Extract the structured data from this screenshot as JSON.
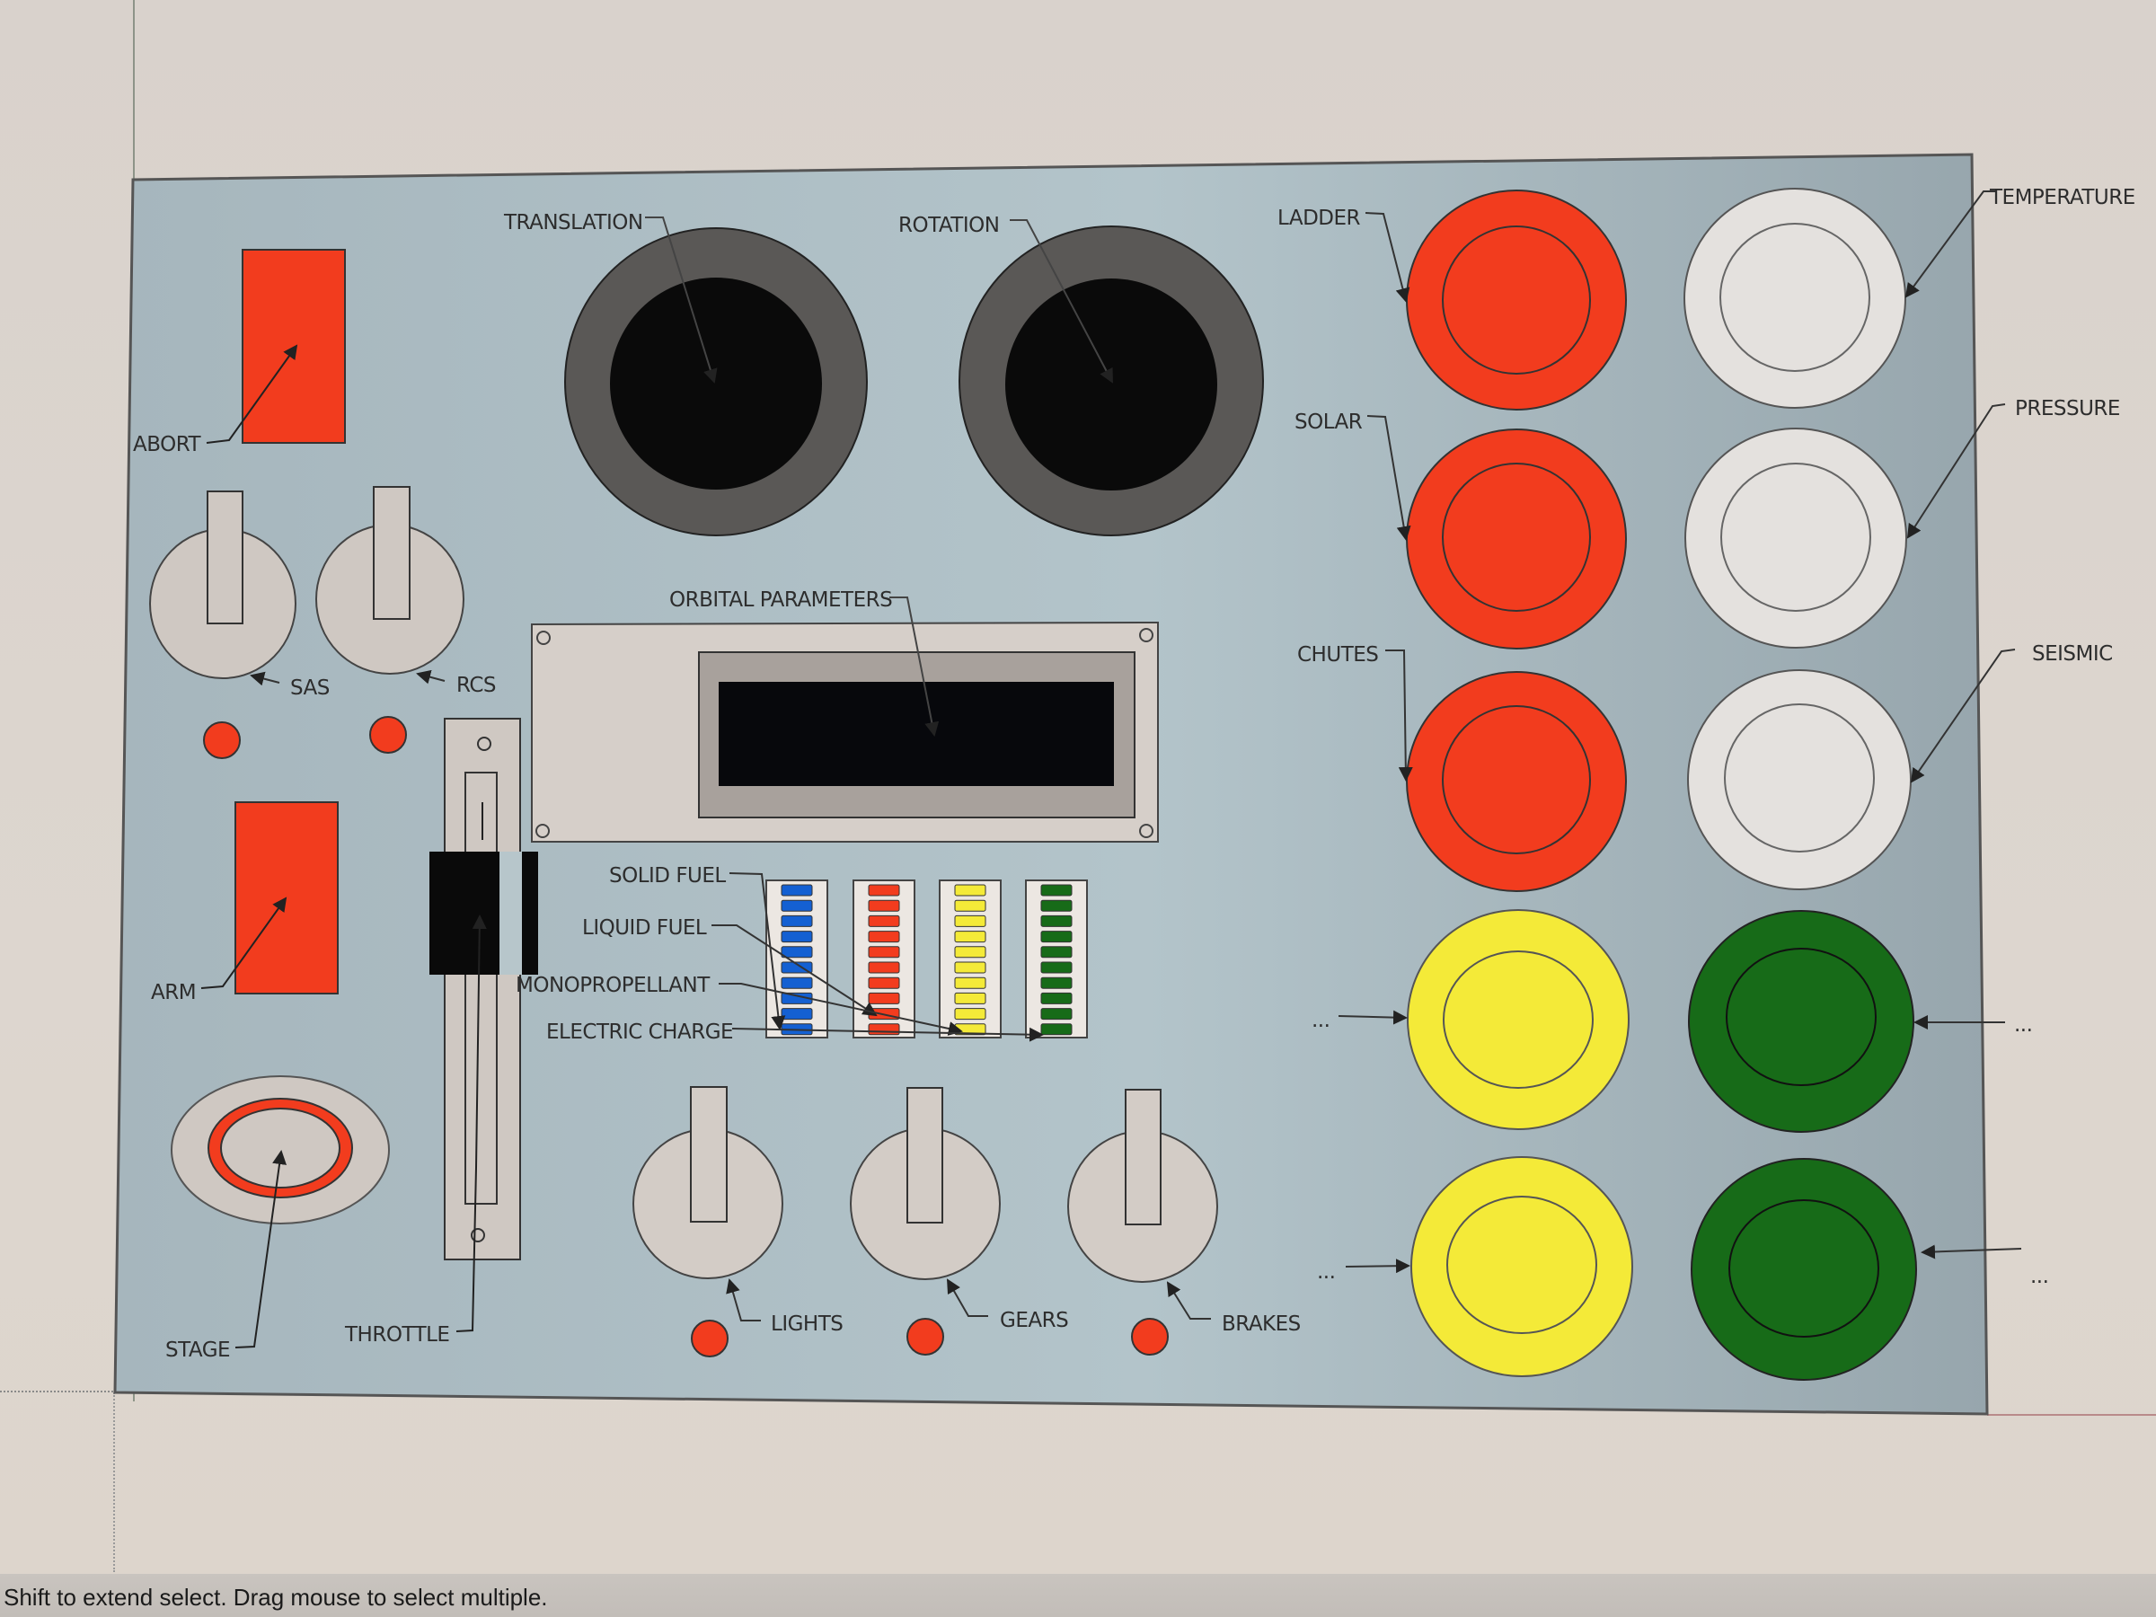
{
  "status_bar": {
    "hint": "Shift to extend select. Drag mouse to select multiple."
  },
  "panel": {
    "background": "#a9b8be",
    "labels": {
      "abort": "ABORT",
      "translation": "TRANSLATION",
      "rotation": "ROTATION",
      "sas": "SAS",
      "rcs": "RCS",
      "orbital_parameters": "ORBITAL PARAMETERS",
      "arm": "ARM",
      "stage": "STAGE",
      "throttle": "THROTTLE",
      "solid_fuel": "SOLID FUEL",
      "liquid_fuel": "LIQUID FUEL",
      "monopropellant": "MONOPROPELLANT",
      "electric_charge": "ELECTRIC CHARGE",
      "lights": "LIGHTS",
      "gears": "GEARS",
      "brakes": "BRAKES",
      "ladder": "LADDER",
      "solar": "SOLAR",
      "chutes": "CHUTES",
      "temperature": "TEMPERATURE",
      "pressure": "PRESSURE",
      "seismic": "SEISMIC",
      "ellipsis_1": "...",
      "ellipsis_2": "...",
      "ellipsis_3": "...",
      "ellipsis_4": "..."
    },
    "colors": {
      "red": "#f23c1e",
      "white": "#e4e1de",
      "yellow": "#f4ea38",
      "green": "#176b18",
      "blue": "#1460d2",
      "switch": "#cfc8c2",
      "joystick_outer": "#5a5856",
      "joystick_inner": "#0a0a0a"
    },
    "gauges": [
      {
        "name": "blue",
        "segments": 10
      },
      {
        "name": "red",
        "segments": 10
      },
      {
        "name": "yellow",
        "segments": 10
      },
      {
        "name": "green",
        "segments": 10
      }
    ]
  }
}
